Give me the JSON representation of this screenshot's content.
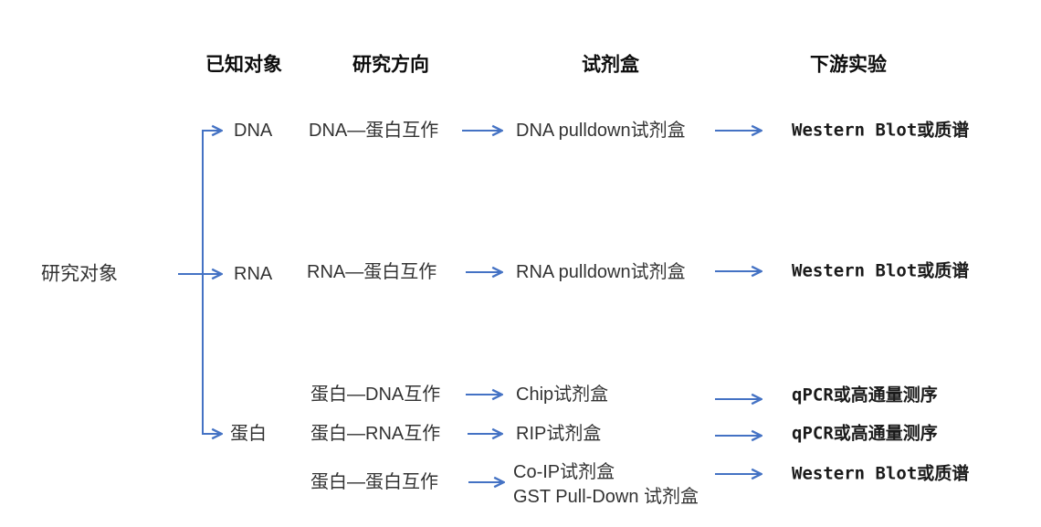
{
  "colors": {
    "arrow": "#4472C4",
    "heading_text": "#0d0d0d",
    "body_text": "#333333"
  },
  "headers": {
    "known_object": "已知对象",
    "research_direction": "研究方向",
    "kit": "试剂盒",
    "downstream": "下游实验"
  },
  "root": {
    "label": "研究对象"
  },
  "branches": {
    "dna": "DNA",
    "rna": "RNA",
    "protein": "蛋白"
  },
  "rows": [
    {
      "direction": "DNA—蛋白互作",
      "kit": "DNA pulldown试剂盒",
      "downstream": "Western Blot或质谱"
    },
    {
      "direction": "RNA—蛋白互作",
      "kit": "RNA pulldown试剂盒",
      "downstream": "Western Blot或质谱"
    },
    {
      "direction": "蛋白—DNA互作",
      "kit": "Chip试剂盒",
      "downstream": "qPCR或高通量测序"
    },
    {
      "direction": "蛋白—RNA互作",
      "kit": "RIP试剂盒",
      "downstream": "qPCR或高通量测序"
    },
    {
      "direction": "蛋白—蛋白互作",
      "kit_line1": "Co-IP试剂盒",
      "kit_line2": "GST Pull-Down 试剂盒",
      "downstream": "Western Blot或质谱"
    }
  ]
}
